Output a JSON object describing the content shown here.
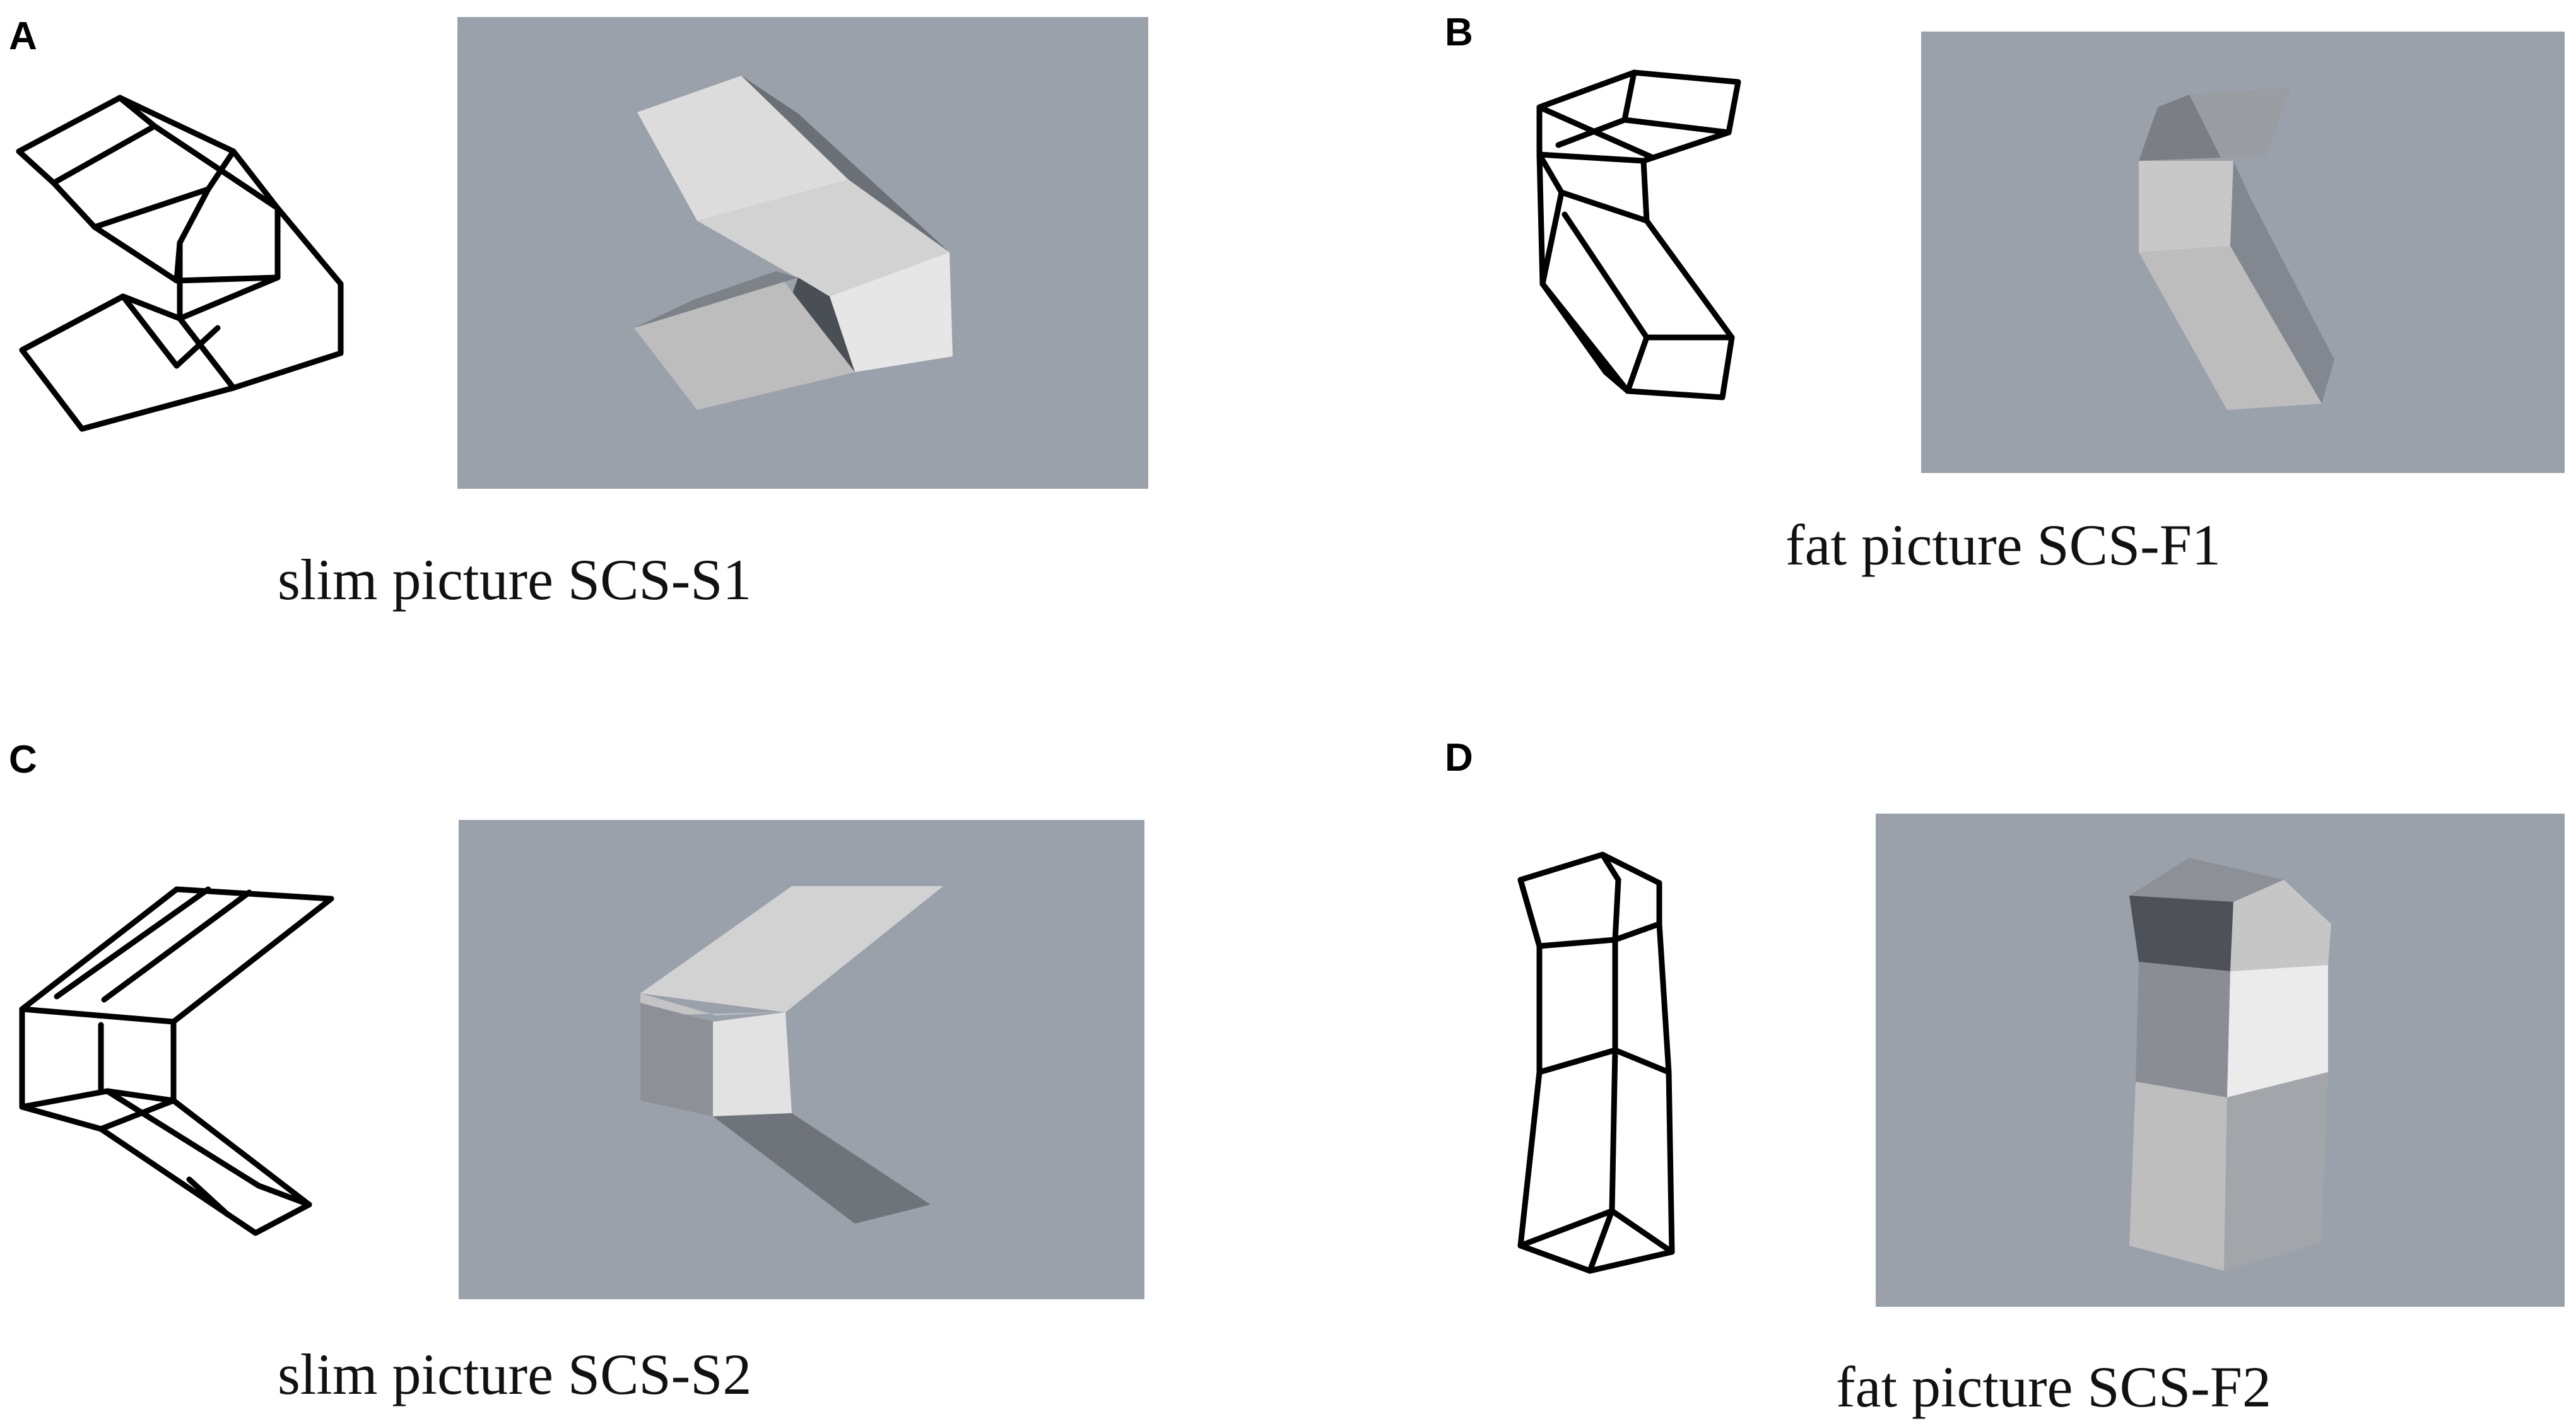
{
  "colors": {
    "render_background": "#9aa1aa",
    "wireframe": "#000000"
  },
  "panels": [
    {
      "id": "A",
      "letter": "A",
      "caption": "slim picture SCS-S1"
    },
    {
      "id": "B",
      "letter": "B",
      "caption": "fat picture SCS-F1"
    },
    {
      "id": "C",
      "letter": "C",
      "caption": "slim picture SCS-S2"
    },
    {
      "id": "D",
      "letter": "D",
      "caption": "fat picture SCS-F2"
    }
  ]
}
